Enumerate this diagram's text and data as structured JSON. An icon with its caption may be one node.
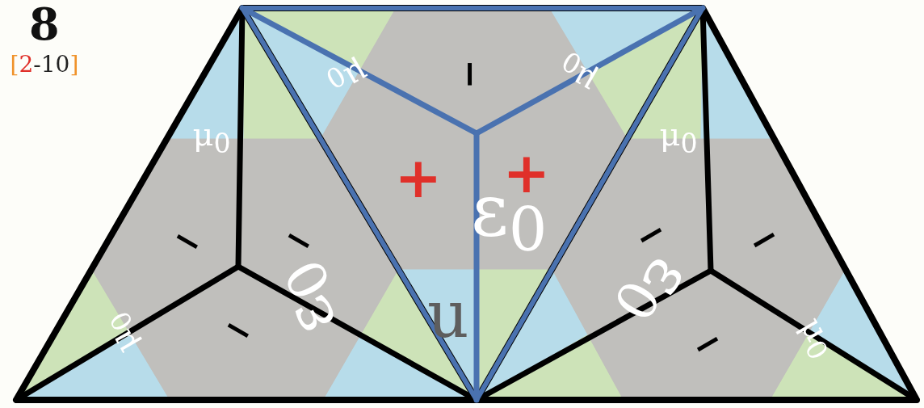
{
  "diagram": {
    "labels": [
      "8",
      "[2-10]",
      "μ$_{0}$",
      "−",
      "μ$_{0}$",
      "μ$_{0}$",
      "+",
      "ε$_{0}$",
      "+",
      "μ$_{0}$",
      "−",
      "−",
      "ε$_{0}$",
      "−",
      "μ$_{0}$",
      "u",
      "ε$_{0}$",
      "−",
      "−",
      "−",
      "μ$_{0}$"
    ]
  }
}
